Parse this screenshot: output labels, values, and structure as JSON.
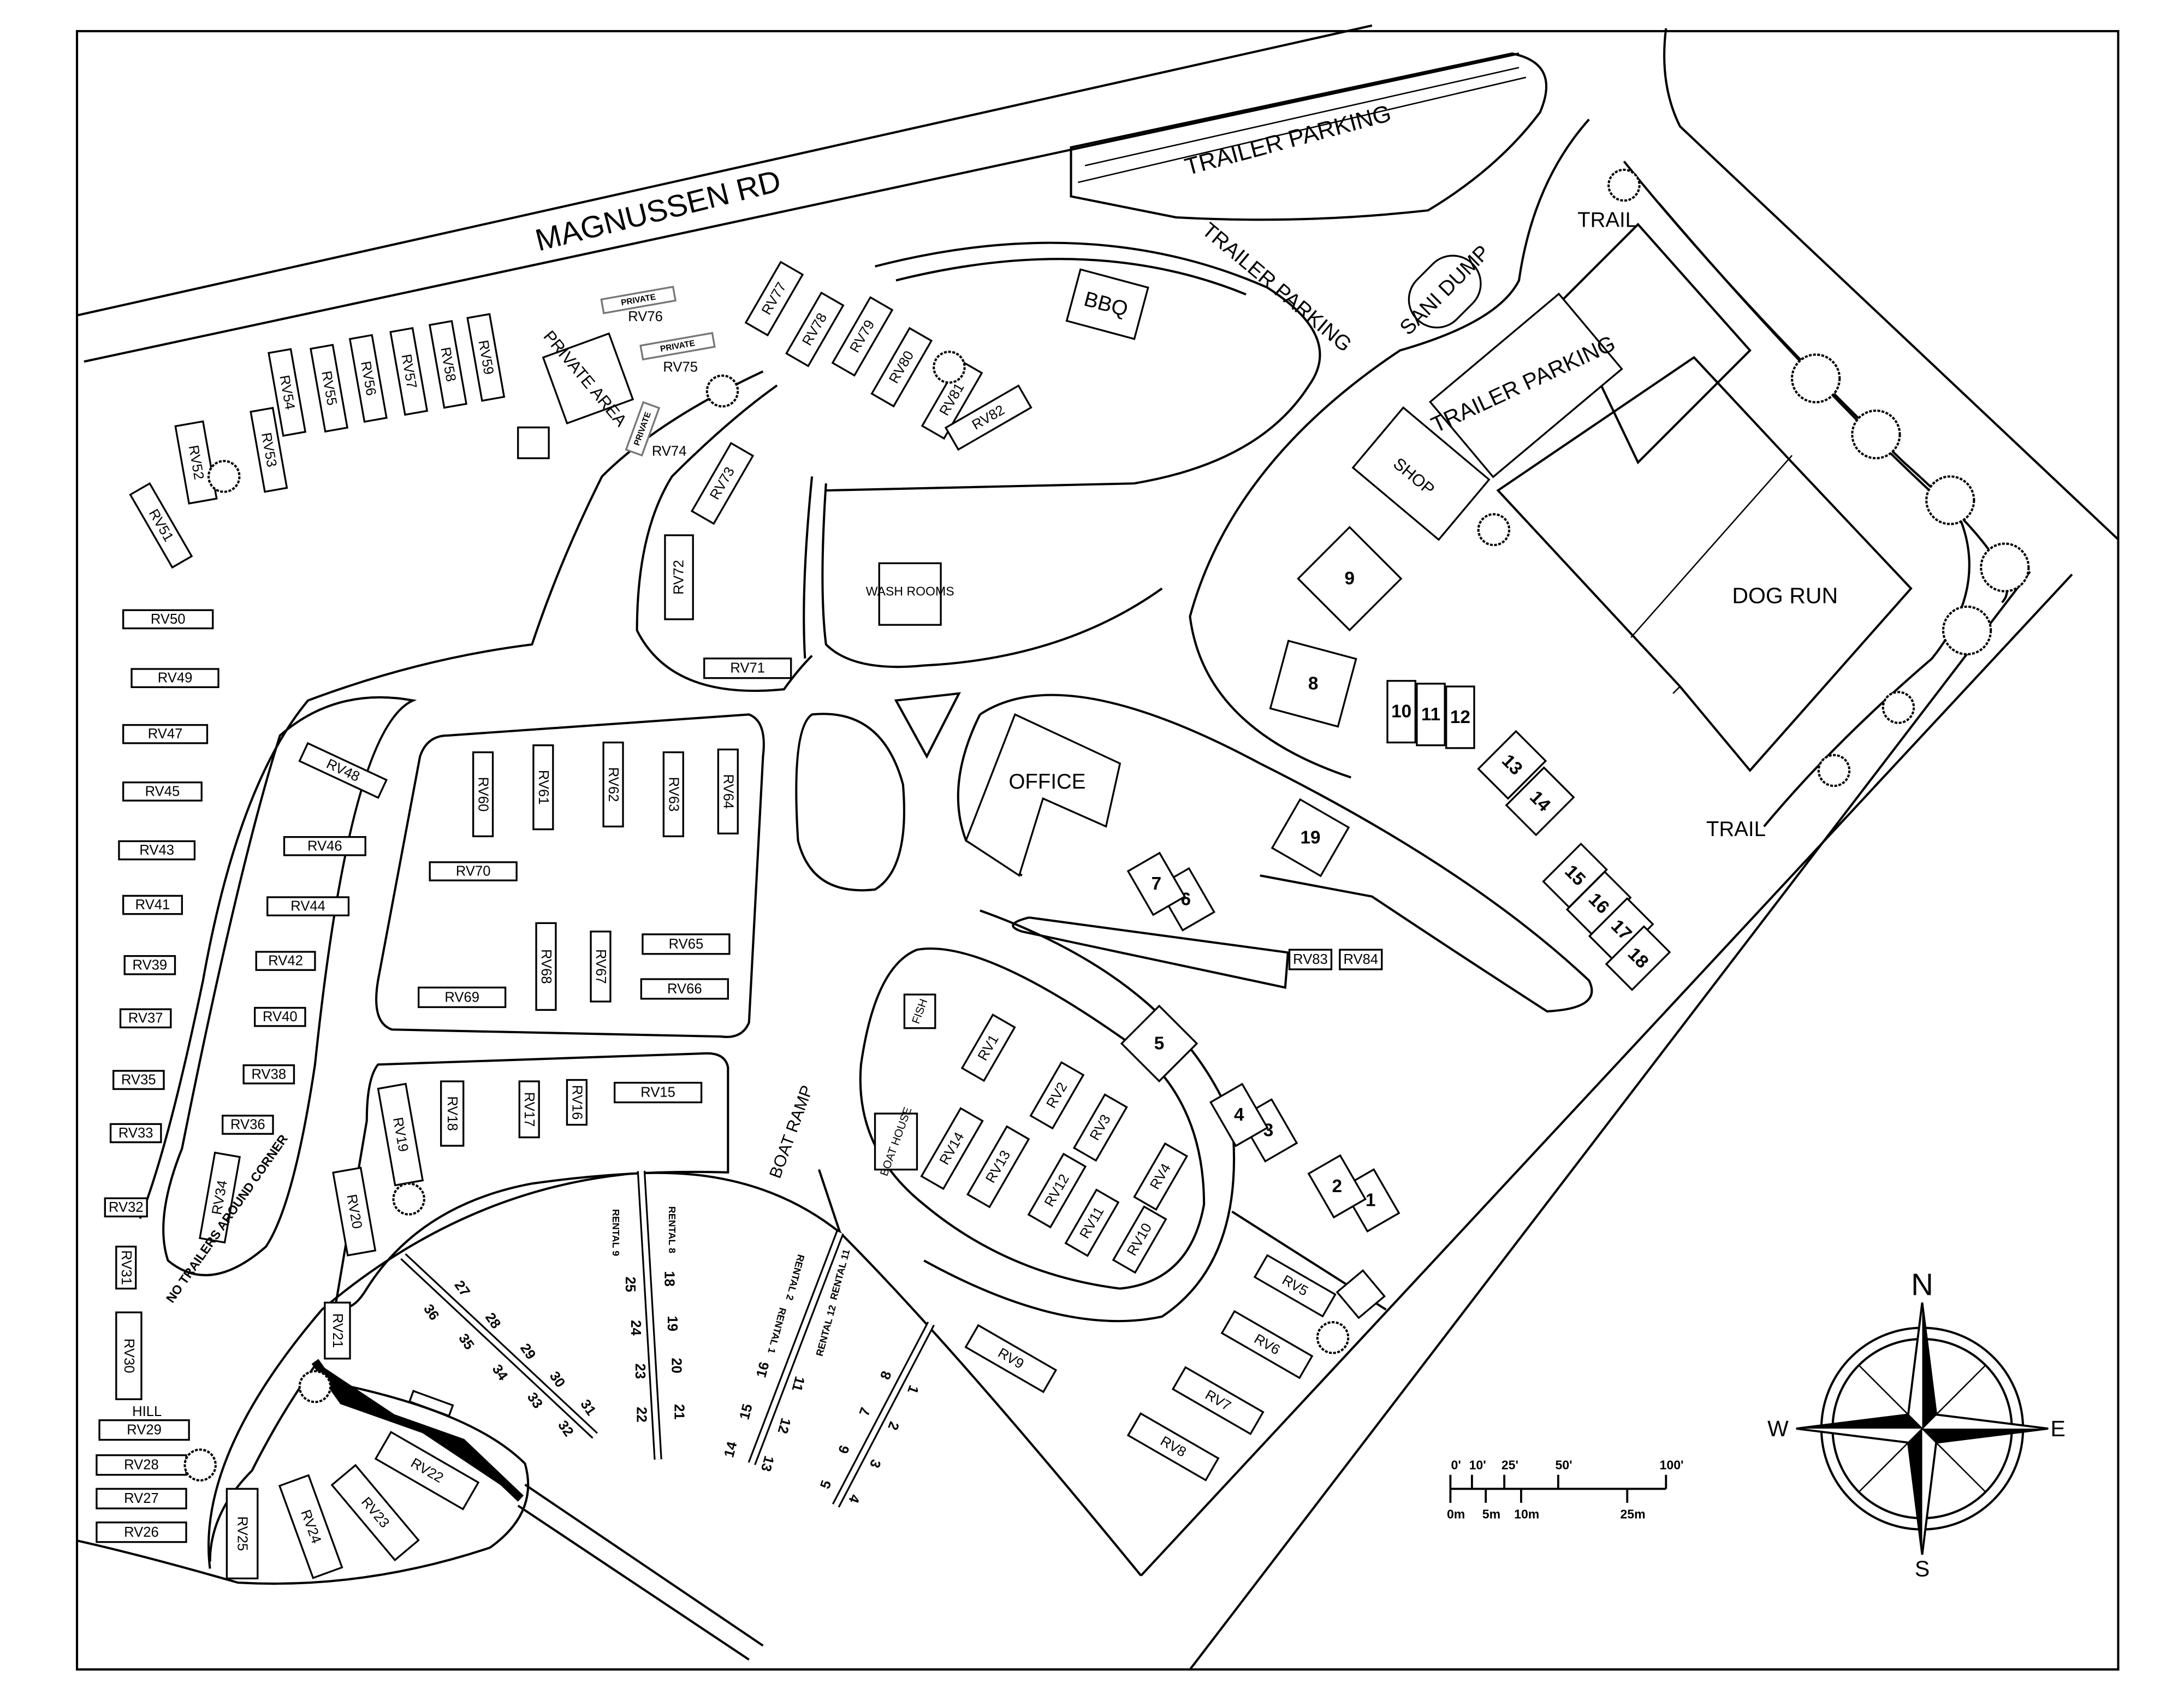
{
  "map": {
    "road_name": "MAGNUSSEN RD",
    "labels": {
      "trailer_parking_top": "TRAILER PARKING",
      "bbq": "BBQ",
      "trailer_parking_mid": "TRAILER PARKING",
      "sani_dump": "SANI DUMP",
      "trailer_parking_hatched": "TRAILER PARKING",
      "shop": "SHOP",
      "dog_run": "DOG RUN",
      "trail_top": "TRAIL",
      "trail_right": "TRAIL",
      "office": "OFFICE",
      "wash_rooms": "WASH ROOMS",
      "private_area": "PRIVATE AREA",
      "private_76": "PRIVATE",
      "private_75": "PRIVATE",
      "private_74": "PRIVATE",
      "boat_ramp": "BOAT RAMP",
      "fish": "FISH",
      "boat_house": "BOAT HOUSE",
      "hill": "HILL",
      "no_trailers": "NO TRAILERS AROUND CORNER"
    }
  },
  "rv_sites": [
    "RV1",
    "RV2",
    "RV3",
    "RV4",
    "RV5",
    "RV6",
    "RV7",
    "RV8",
    "RV9",
    "RV10",
    "RV11",
    "RV12",
    "RV13",
    "RV14",
    "RV15",
    "RV16",
    "RV17",
    "RV18",
    "RV19",
    "RV20",
    "RV21",
    "RV22",
    "RV23",
    "RV24",
    "RV25",
    "RV26",
    "RV27",
    "RV28",
    "RV29",
    "RV30",
    "RV31",
    "RV32",
    "RV33",
    "RV34",
    "RV35",
    "RV36",
    "RV37",
    "RV38",
    "RV39",
    "RV40",
    "RV41",
    "RV42",
    "RV43",
    "RV44",
    "RV45",
    "RV46",
    "RV47",
    "RV48",
    "RV49",
    "RV50",
    "RV51",
    "RV52",
    "RV53",
    "RV54",
    "RV55",
    "RV56",
    "RV57",
    "RV58",
    "RV59",
    "RV60",
    "RV61",
    "RV62",
    "RV63",
    "RV64",
    "RV65",
    "RV66",
    "RV67",
    "RV68",
    "RV69",
    "RV70",
    "RV71",
    "RV72",
    "RV73",
    "RV74",
    "RV75",
    "RV76",
    "RV77",
    "RV78",
    "RV79",
    "RV80",
    "RV81",
    "RV82",
    "RV83",
    "RV84"
  ],
  "cabins": [
    "1",
    "2",
    "3",
    "4",
    "5",
    "6",
    "7",
    "8",
    "9",
    "10",
    "11",
    "12",
    "13",
    "14",
    "15",
    "16",
    "17",
    "18",
    "19"
  ],
  "docks": {
    "dock_a": [
      "27",
      "28",
      "29",
      "30",
      "31",
      "36",
      "35",
      "34",
      "33",
      "32"
    ],
    "dock_b": [
      "RENTAL 8",
      "RENTAL 9",
      "18",
      "25",
      "19",
      "24",
      "20",
      "23",
      "21",
      "22"
    ],
    "dock_c": [
      "RENTAL 2",
      "RENTAL 11",
      "RENTAL 1",
      "RENTAL 12",
      "16",
      "11",
      "15",
      "12",
      "14",
      "13"
    ],
    "dock_d": [
      "8",
      "1",
      "7",
      "2",
      "6",
      "3",
      "5",
      "4"
    ]
  },
  "compass": {
    "n": "N",
    "s": "S",
    "e": "E",
    "w": "W"
  },
  "scale_bar": {
    "feet": [
      "0'",
      "10'",
      "25'",
      "50'",
      "100'"
    ],
    "meters": [
      "0m",
      "5m",
      "10m",
      "25m"
    ]
  },
  "colors": {
    "line": "#000000",
    "background": "#ffffff",
    "private_outline": "#777777"
  }
}
